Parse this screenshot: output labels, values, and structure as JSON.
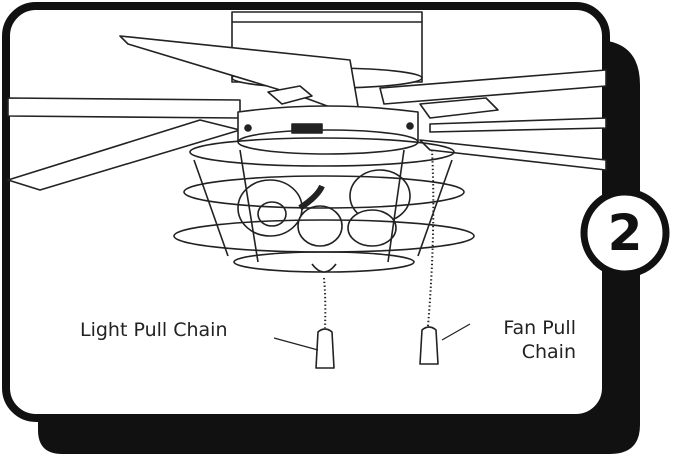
{
  "labels": {
    "light_pull_chain": "Light Pull Chain",
    "fan_pull_chain_line1": "Fan Pull",
    "fan_pull_chain_line2": "Chain"
  },
  "step": {
    "number": "2"
  },
  "colors": {
    "ink": "#111111",
    "panel": "#ffffff",
    "shadow": "#111111"
  }
}
